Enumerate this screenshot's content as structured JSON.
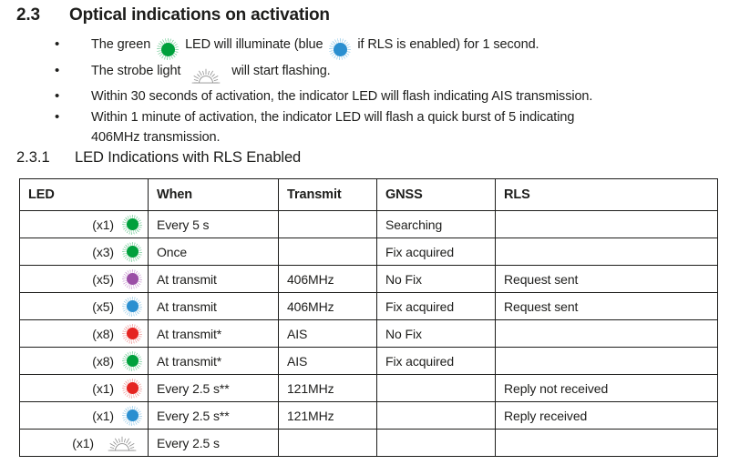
{
  "section": {
    "number": "2.3",
    "title": "Optical indications on activation"
  },
  "bullets": [
    {
      "marker": "•",
      "parts": [
        {
          "type": "text",
          "value": "The green "
        },
        {
          "type": "icon",
          "icon": "led-green-icon"
        },
        {
          "type": "text",
          "value": " LED will illuminate (blue "
        },
        {
          "type": "icon",
          "icon": "led-blue-icon"
        },
        {
          "type": "text",
          "value": " if RLS is enabled) for 1 second."
        }
      ],
      "plain": "The green LED will illuminate (blue if RLS is enabled) for 1 second."
    },
    {
      "marker": "•",
      "parts": [
        {
          "type": "text",
          "value": "The strobe light "
        },
        {
          "type": "icon",
          "icon": "strobe-light-icon"
        },
        {
          "type": "text",
          "value": " will start flashing."
        }
      ],
      "plain": "The strobe light will start flashing."
    },
    {
      "marker": "•",
      "parts": [
        {
          "type": "text",
          "value": "Within 30 seconds of activation, the indicator LED will flash indicating  AIS transmission."
        }
      ],
      "plain": "Within 30 seconds of activation, the indicator LED will flash indicating  AIS transmission."
    },
    {
      "marker": "•",
      "parts": [
        {
          "type": "text",
          "value": "Within 1 minute of activation, the indicator LED will flash a quick burst of 5 indicating"
        },
        {
          "type": "break"
        },
        {
          "type": "text",
          "value": "406MHz transmission."
        }
      ],
      "plain": "Within 1 minute of activation, the indicator LED will flash a quick burst of 5 indicating 406MHz transmission."
    }
  ],
  "subsection": {
    "number": "2.3.1",
    "title": "LED Indications with RLS Enabled"
  },
  "table": {
    "columns": [
      "LED",
      "When",
      "Transmit",
      "GNSS",
      "RLS"
    ],
    "rows": [
      {
        "count": "(x1)",
        "led": "led-green-icon",
        "when": "Every 5 s",
        "transmit": "",
        "gnss": "Searching",
        "rls": ""
      },
      {
        "count": "(x3)",
        "led": "led-green-icon",
        "when": "Once",
        "transmit": "",
        "gnss": "Fix acquired",
        "rls": ""
      },
      {
        "count": "(x5)",
        "led": "led-purple-icon",
        "when": "At transmit",
        "transmit": "406MHz",
        "gnss": "No Fix",
        "rls": "Request sent"
      },
      {
        "count": "(x5)",
        "led": "led-blue-icon",
        "when": "At transmit",
        "transmit": "406MHz",
        "gnss": "Fix acquired",
        "rls": "Request sent"
      },
      {
        "count": "(x8)",
        "led": "led-red-icon",
        "when": "At transmit*",
        "transmit": "AIS",
        "gnss": "No Fix",
        "rls": ""
      },
      {
        "count": "(x8)",
        "led": "led-green-icon",
        "when": "At transmit*",
        "transmit": "AIS",
        "gnss": "Fix acquired",
        "rls": ""
      },
      {
        "count": "(x1)",
        "led": "led-red-icon",
        "when": "Every 2.5 s**",
        "transmit": "121MHz",
        "gnss": "",
        "rls": "Reply not received"
      },
      {
        "count": "(x1)",
        "led": "led-blue-icon",
        "when": "Every 2.5 s**",
        "transmit": "121MHz",
        "gnss": "",
        "rls": "Reply received"
      },
      {
        "count": "(x1)",
        "led": "strobe-light-icon",
        "when": "Every 2.5 s",
        "transmit": "",
        "gnss": "",
        "rls": ""
      }
    ]
  },
  "colors": {
    "green_core": "#00a03c",
    "green_ray": "#7fd0a0",
    "blue_core": "#2b8fd0",
    "blue_ray": "#9fcfe9",
    "purple_core": "#9b4ea6",
    "purple_ray": "#cfa3d6",
    "red_core": "#e52421",
    "red_ray": "#f0a0a0",
    "strobe_ray": "#8c8c8c",
    "text": "#1d1d1b",
    "border": "#1d1d1b",
    "background": "#ffffff"
  }
}
